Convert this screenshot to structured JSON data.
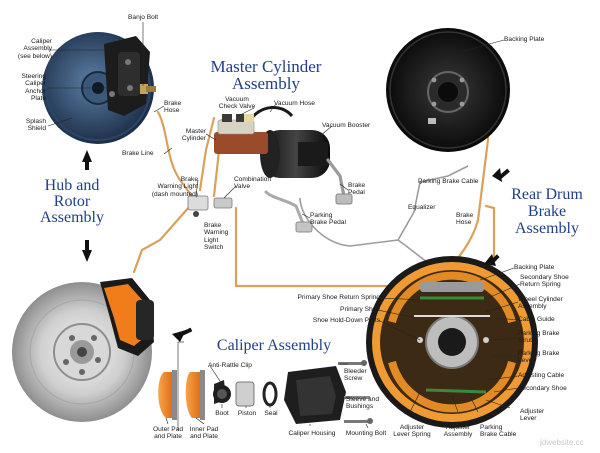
{
  "titles": {
    "master_cylinder": [
      "Master Cylinder",
      "Assembly"
    ],
    "hub_rotor": [
      "Hub and",
      "Rotor",
      "Assembly"
    ],
    "rear_drum": [
      "Rear Drum",
      "Brake",
      "Assembly"
    ],
    "caliper": "Caliper Assembly"
  },
  "labels": {
    "banjo_bolt": "Banjo Bolt",
    "caliper_assembly_see_below": [
      "Caliper",
      "Assembly",
      "(see below)"
    ],
    "steering_caliper_anchor_plate": [
      "Steering",
      "Caliper",
      "Anchor",
      "Plate"
    ],
    "splash_shield": [
      "Splash",
      "Shield"
    ],
    "brake_hose_front": [
      "Brake",
      "Hose"
    ],
    "master_cylinder": [
      "Master",
      "Cylinder"
    ],
    "vacuum_check_valve": [
      "Vacuum",
      "Check Valve"
    ],
    "vacuum_hose": "Vacuum Hose",
    "vacuum_booster": "Vacuum Booster",
    "brake_line": "Brake Line",
    "brake_warning_light": [
      "Brake",
      "Warning Light",
      "(dash mounted)"
    ],
    "combination_valve": [
      "Combination",
      "Valve"
    ],
    "brake_pedal": [
      "Brake",
      "Pedal"
    ],
    "brake_warning_light_switch": [
      "Brake",
      "Warning",
      "Light",
      "Switch"
    ],
    "parking_brake_pedal": [
      "Parking",
      "Brake Pedal"
    ],
    "parking_brake_cable": "Parking Brake Cable",
    "equalizer": "Equalizer",
    "brake_hose_rear": [
      "Brake",
      "Hose"
    ],
    "backing_plate_top": "Backing Plate",
    "backing_plate": "Backing Plate",
    "secondary_shoe_return_spring": [
      "Secondary Shoe",
      "Return Spring"
    ],
    "wheel_cylinder_assembly": [
      "Wheel Cylinder",
      "Assembly"
    ],
    "cable_guide": "Cable Guide",
    "parking_brake_strut": [
      "Parking Brake",
      "Strut"
    ],
    "parking_brake_lever": [
      "Parking Brake",
      "Lever"
    ],
    "adjusting_cable": "Adjusting Cable",
    "secondary_shoe": "Secondary Shoe",
    "adjuster_lever": [
      "Adjuster",
      "Lever"
    ],
    "primary_shoe_return_spring": "Primary Shoe Return Spring",
    "primary_shoe": "Primary Shoe",
    "shoe_hold_down_parts": "Shoe Hold-Down Parts",
    "adjuster_lever_spring": [
      "Adjuster",
      "Lever Spring"
    ],
    "adjuster_assembly": [
      "Adjuster",
      "Assembly"
    ],
    "parking_brake_cable_rear": [
      "Parking",
      "Brake Cable"
    ],
    "anti_rattle_clip": "Anti-Rattle Clip",
    "bleeder_screw": [
      "Bleeder",
      "Screw"
    ],
    "sleeve_and_bushings": [
      "Sleeve and",
      "Bushings"
    ],
    "boot": "Boot",
    "piston": "Piston",
    "seal": "Seal",
    "outer_pad_and_plate": [
      "Outer Pad",
      "and Plate"
    ],
    "inner_pad_and_plate": [
      "Inner Pad",
      "and Plate"
    ],
    "caliper_housing": "Caliper Housing",
    "mounting_bolt": "Mounting Bolt"
  },
  "colors": {
    "title_blue": "#1f3f8a",
    "brake_line": "#d9a15b",
    "caliper_orange": "#f07d1a",
    "rotor_silver": "#c7c7c7",
    "drum_black": "#151515",
    "arrow_black": "#111111"
  },
  "watermark": "jdwebsite.cc"
}
